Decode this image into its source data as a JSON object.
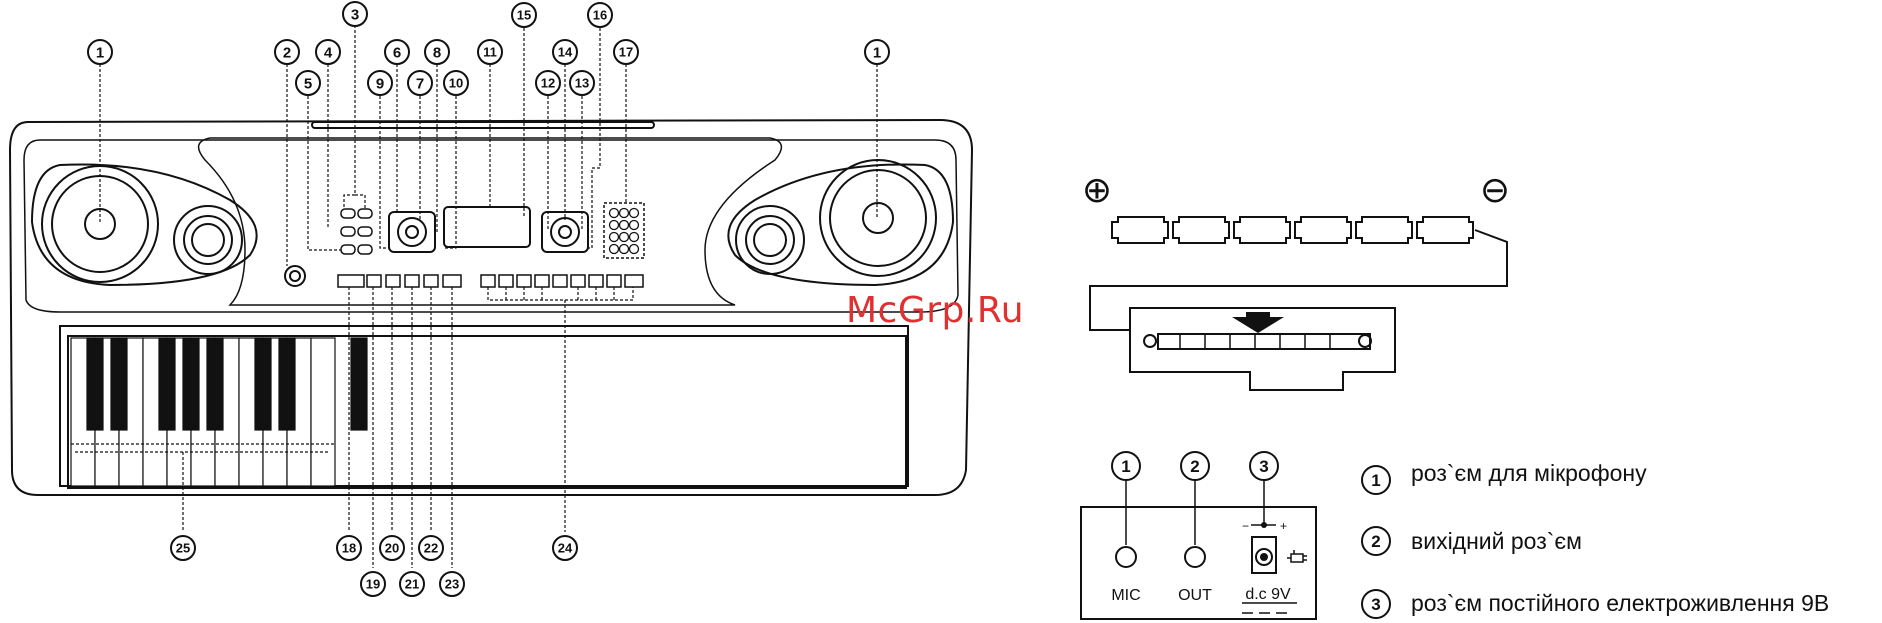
{
  "keyboard": {
    "callouts_top": [
      {
        "id": "c1a",
        "label": "1"
      },
      {
        "id": "c2",
        "label": "2"
      },
      {
        "id": "c3",
        "label": "3"
      },
      {
        "id": "c4",
        "label": "4"
      },
      {
        "id": "c5",
        "label": "5"
      },
      {
        "id": "c6",
        "label": "6"
      },
      {
        "id": "c7",
        "label": "7"
      },
      {
        "id": "c8",
        "label": "8"
      },
      {
        "id": "c9",
        "label": "9"
      },
      {
        "id": "c10",
        "label": "10"
      },
      {
        "id": "c11",
        "label": "11"
      },
      {
        "id": "c12",
        "label": "12"
      },
      {
        "id": "c13",
        "label": "13"
      },
      {
        "id": "c14",
        "label": "14"
      },
      {
        "id": "c15",
        "label": "15"
      },
      {
        "id": "c16",
        "label": "16"
      },
      {
        "id": "c17",
        "label": "17"
      },
      {
        "id": "c1b",
        "label": "1"
      }
    ],
    "callouts_bottom": [
      {
        "id": "c25",
        "label": "25"
      },
      {
        "id": "c18",
        "label": "18"
      },
      {
        "id": "c19",
        "label": "19"
      },
      {
        "id": "c20",
        "label": "20"
      },
      {
        "id": "c21",
        "label": "21"
      },
      {
        "id": "c22",
        "label": "22"
      },
      {
        "id": "c23",
        "label": "23"
      },
      {
        "id": "c24",
        "label": "24"
      }
    ]
  },
  "battery": {
    "plus_symbol": "⊕",
    "minus_symbol": "⊖"
  },
  "jack_panel": {
    "callouts": [
      "1",
      "2",
      "3"
    ],
    "mic_label": "MIC",
    "out_label": "OUT",
    "dc_label": "d.c 9V",
    "polarity_minus": "−",
    "polarity_plus": "+"
  },
  "legend": [
    {
      "num": "1",
      "text": "роз`єм для мікрофону"
    },
    {
      "num": "2",
      "text": "вихідний роз`єм"
    },
    {
      "num": "3",
      "text": "роз`єм постійного електроживлення 9В"
    }
  ],
  "watermark": "McGrp.Ru"
}
